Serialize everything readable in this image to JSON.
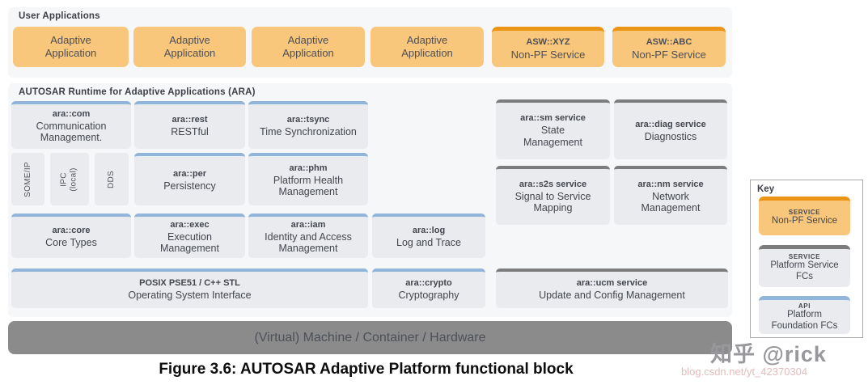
{
  "page": {
    "caption": "Figure 3.6: AUTOSAR Adaptive Platform functional block"
  },
  "user_applications": {
    "label": "User Applications",
    "apps": [
      {
        "text": "Adaptive\nApplication"
      },
      {
        "text": "Adaptive\nApplication"
      },
      {
        "text": "Adaptive\nApplication"
      },
      {
        "text": "Adaptive\nApplication"
      }
    ],
    "non_pf_services": [
      {
        "title": "ASW::XYZ",
        "subtitle": "Non-PF Service"
      },
      {
        "title": "ASW::ABC",
        "subtitle": "Non-PF Service"
      }
    ]
  },
  "ara": {
    "label": "AUTOSAR Runtime for Adaptive Applications (ARA)",
    "foundation": {
      "com": {
        "title": "ara::com",
        "subtitle": "Communication\nManagement."
      },
      "rest": {
        "title": "ara::rest",
        "subtitle": "RESTful"
      },
      "tsync": {
        "title": "ara::tsync",
        "subtitle": "Time Synchronization"
      },
      "per": {
        "title": "ara::per",
        "subtitle": "Persistency"
      },
      "phm": {
        "title": "ara::phm",
        "subtitle": "Platform Health\nManagement"
      },
      "core": {
        "title": "ara::core",
        "subtitle": "Core Types"
      },
      "exec": {
        "title": "ara::exec",
        "subtitle": "Execution\nManagement"
      },
      "iam": {
        "title": "ara::iam",
        "subtitle": "Identity and Access\nManagement"
      },
      "log": {
        "title": "ara::log",
        "subtitle": "Log and Trace"
      },
      "posix": {
        "title": "POSIX PSE51 / C++ STL",
        "subtitle": "Operating System Interface"
      },
      "crypto": {
        "title": "ara::crypto",
        "subtitle": "Cryptography"
      }
    },
    "transports": {
      "someip": {
        "text": "SOME/IP"
      },
      "ipc": {
        "text": "IPC\n(local)"
      },
      "dds": {
        "text": "DDS"
      }
    },
    "services": {
      "sm": {
        "title": "ara::sm service",
        "subtitle": "State\nManagement"
      },
      "diag": {
        "title": "ara::diag service",
        "subtitle": "Diagnostics"
      },
      "s2s": {
        "title": "ara::s2s service",
        "subtitle": "Signal to Service\nMapping"
      },
      "nm": {
        "title": "ara::nm service",
        "subtitle": "Network\nManagement"
      },
      "ucm": {
        "title": "ara::ucm service",
        "subtitle": "Update and Config Management"
      }
    }
  },
  "hardware": {
    "label": "(Virtual) Machine / Container / Hardware"
  },
  "key": {
    "label": "Key",
    "items": [
      {
        "tag": "SERVICE",
        "label": "Non-PF Service"
      },
      {
        "tag": "SERVICE",
        "label": "Platform Service\nFCs"
      },
      {
        "tag": "API",
        "label": "Platform\nFoundation FCs"
      }
    ]
  },
  "watermarks": {
    "zhihu": "知乎 @rick",
    "csdn": "blog.csdn.net/yt_42370304"
  },
  "colors": {
    "non_pf_fill": "#F8C77B",
    "non_pf_border": "#EC9415",
    "api_border": "#92B5DA",
    "service_border": "#7D7D7D",
    "block_fill": "#E9EBEE",
    "panel_fill": "#F6F7F8",
    "hardware_fill": "#8B8B8B"
  }
}
